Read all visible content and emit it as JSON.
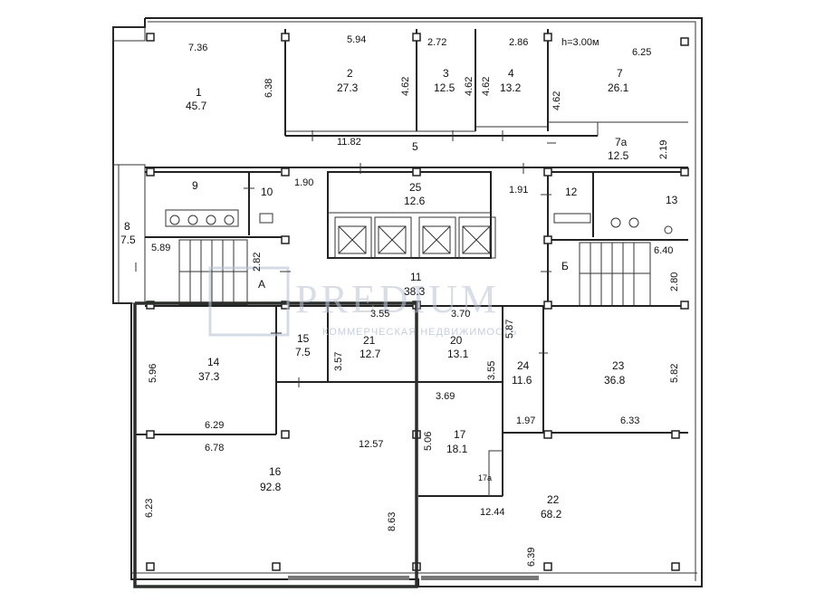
{
  "floor_height": "h=3.00м",
  "watermark": {
    "brand": "PREDIUM",
    "tagline": "КОММЕРЧЕСКАЯ НЕДВИЖИМОСТЬ"
  },
  "rooms": {
    "r1": {
      "num": "1",
      "area": "45.7"
    },
    "r2": {
      "num": "2",
      "area": "27.3"
    },
    "r3": {
      "num": "3",
      "area": "12.5"
    },
    "r4": {
      "num": "4",
      "area": "13.2"
    },
    "r5": {
      "num": "5"
    },
    "r7": {
      "num": "7",
      "area": "26.1"
    },
    "r7a": {
      "num": "7а",
      "area": "12.5"
    },
    "r8": {
      "num": "8",
      "area": "7.5"
    },
    "r9": {
      "num": "9"
    },
    "r10": {
      "num": "10"
    },
    "r11": {
      "num": "11",
      "area": "38.3"
    },
    "r12": {
      "num": "12"
    },
    "r13": {
      "num": "13"
    },
    "r14": {
      "num": "14",
      "area": "37.3"
    },
    "r15": {
      "num": "15",
      "area": "7.5"
    },
    "r16": {
      "num": "16",
      "area": "92.8"
    },
    "r17": {
      "num": "17",
      "area": "18.1"
    },
    "r17a": {
      "num": "17а"
    },
    "r20": {
      "num": "20",
      "area": "13.1"
    },
    "r21": {
      "num": "21",
      "area": "12.7"
    },
    "r22": {
      "num": "22",
      "area": "68.2"
    },
    "r23": {
      "num": "23",
      "area": "36.8"
    },
    "r24": {
      "num": "24",
      "area": "11.6"
    },
    "r25": {
      "num": "25",
      "area": "12.6"
    },
    "stairA": "А",
    "stairB": "Б"
  },
  "dims": {
    "d1": "7.36",
    "d2": "5.94",
    "d3": "2.72",
    "d4": "2.86",
    "d5": "6.25",
    "d6": "6.38",
    "d7": "4.62",
    "d8": "4.62",
    "d9": "4.62",
    "d10": "4.62",
    "d11": "11.82",
    "d12": "2.19",
    "d13": "1.90",
    "d14": "1.91",
    "d15": "5.89",
    "d16": "2.82",
    "d17": "6.40",
    "d18": "2.80",
    "d19": "3.55",
    "d20": "3.70",
    "d21": "5.87",
    "d22": "5.96",
    "d23": "3.57",
    "d24": "3.55",
    "d25": "5.82",
    "d26": "3.69",
    "d27": "6.29",
    "d28": "1.97",
    "d29": "6.33",
    "d30": "6.78",
    "d31": "12.57",
    "d32": "5.06",
    "d33": "6.23",
    "d34": "8.63",
    "d35": "12.44",
    "d36": "6.39"
  }
}
